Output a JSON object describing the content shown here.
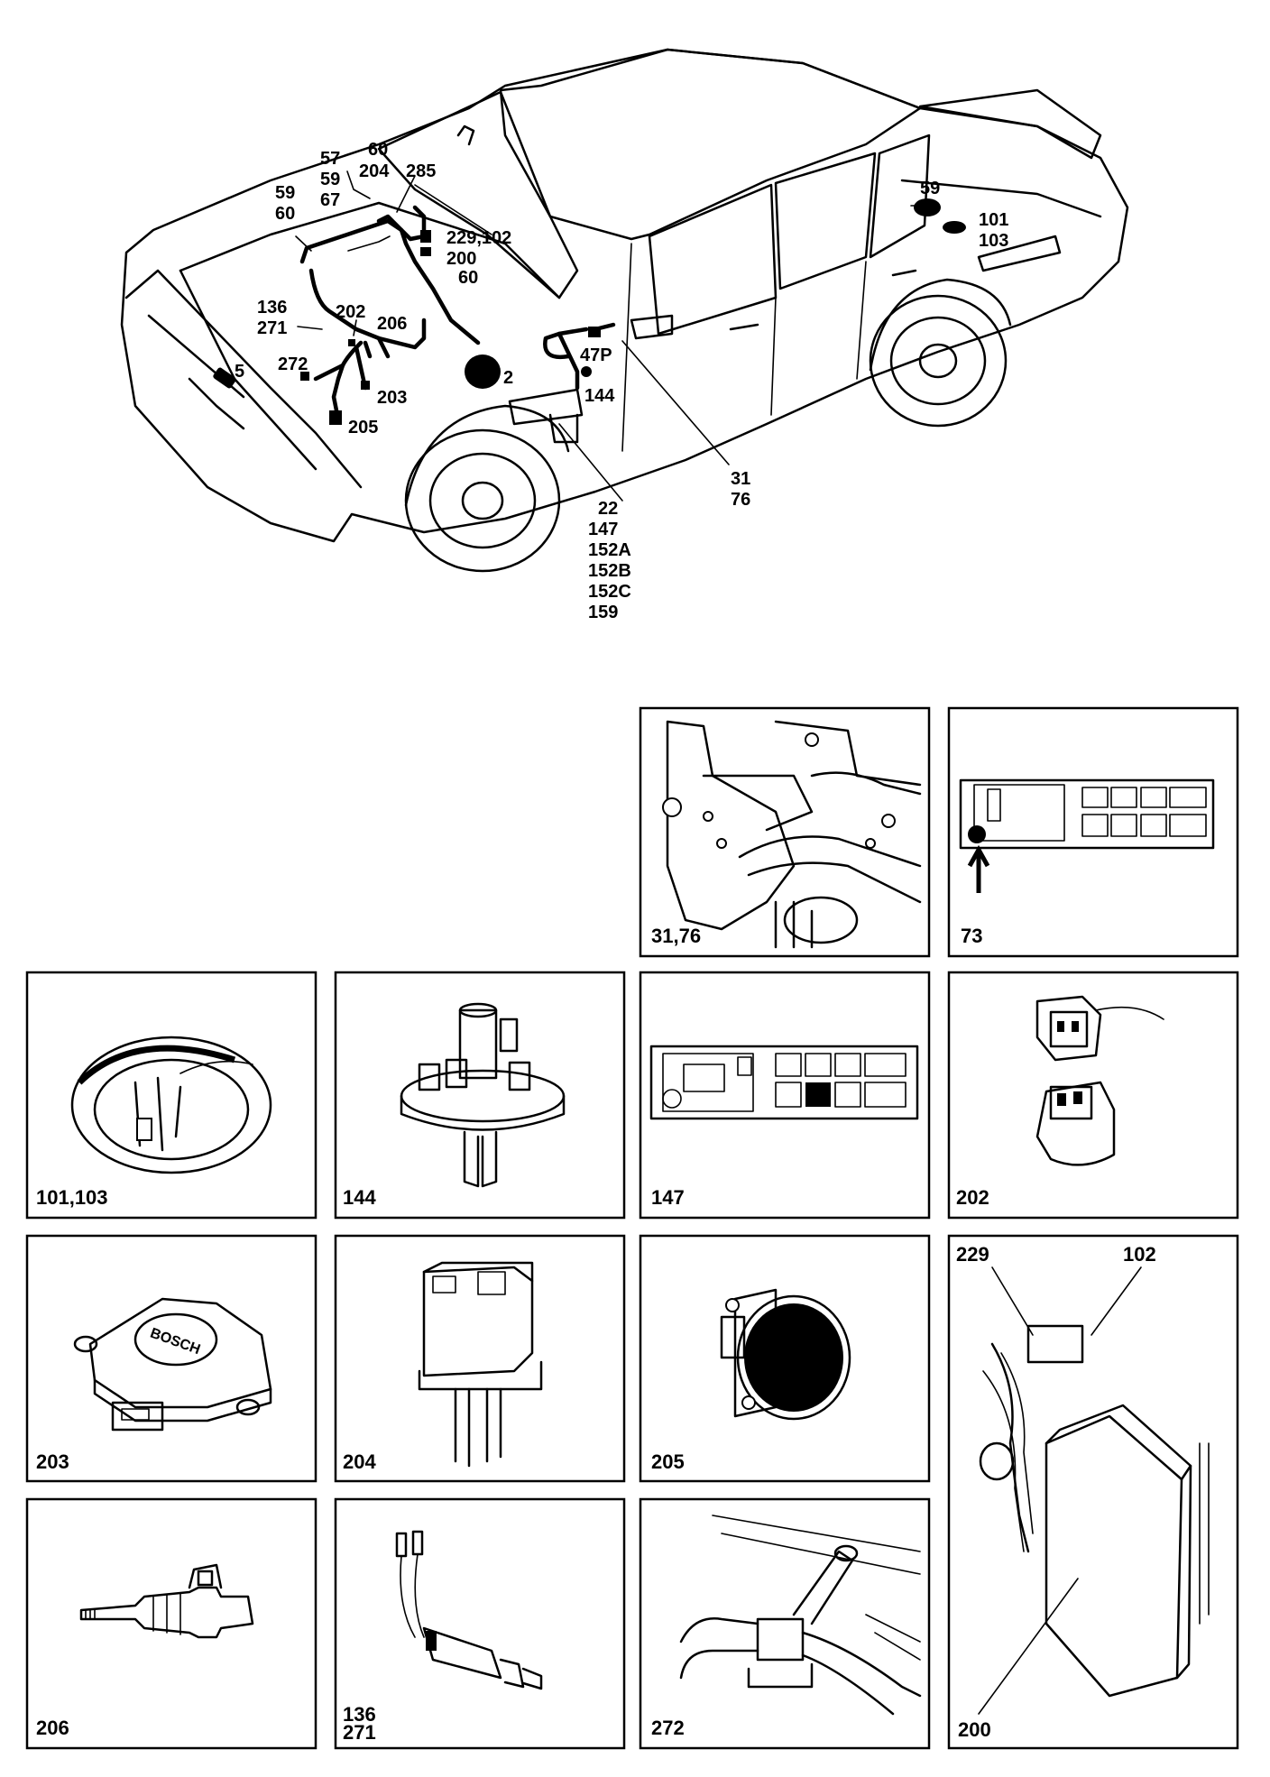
{
  "car_callouts": {
    "c57_59_67": [
      "57",
      "59",
      "67"
    ],
    "c60_204": [
      "60",
      "204"
    ],
    "c285": "285",
    "c59_60": [
      "59",
      "60"
    ],
    "c229_102": "229,102",
    "c200": "200",
    "c60b": "60",
    "c136_271": [
      "136",
      "271"
    ],
    "c202": "202",
    "c206": "206",
    "c272": "272",
    "c203": "203",
    "c205": "205",
    "c5": "5",
    "c2": "2",
    "c47p": "47P",
    "c144": "144",
    "c31_76": [
      "31",
      "76"
    ],
    "c22_group": [
      "22",
      "147",
      "152A",
      "152B",
      "152C",
      "159"
    ],
    "c59_rear": "59",
    "c101_103": [
      "101",
      "103"
    ]
  },
  "panels": [
    {
      "id": "31_76",
      "label": "31,76"
    },
    {
      "id": "73",
      "label": "73"
    },
    {
      "id": "101_103",
      "label": "101,103"
    },
    {
      "id": "144",
      "label": "144"
    },
    {
      "id": "147",
      "label": "147"
    },
    {
      "id": "202",
      "label": "202"
    },
    {
      "id": "203",
      "label": "203"
    },
    {
      "id": "204",
      "label": "204"
    },
    {
      "id": "205",
      "label": "205"
    },
    {
      "id": "200",
      "label": "200",
      "sub_labels": [
        "229",
        "102"
      ]
    },
    {
      "id": "206",
      "label": "206"
    },
    {
      "id": "136_271",
      "label_lines": [
        "136",
        "271"
      ]
    },
    {
      "id": "272",
      "label": "272"
    }
  ],
  "badge_text": "BOSCH"
}
